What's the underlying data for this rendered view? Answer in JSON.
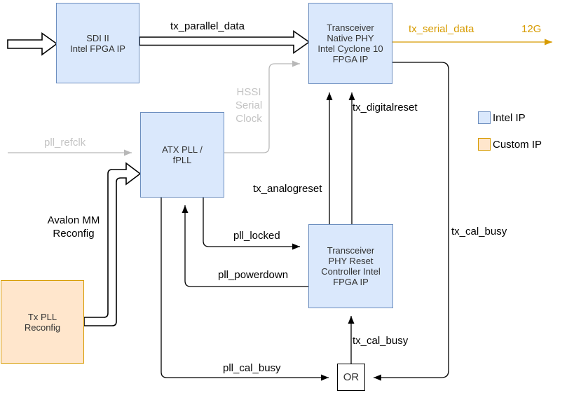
{
  "diagram": {
    "blocks": {
      "sdi": {
        "label": "SDI II\nIntel FPGA IP"
      },
      "phy": {
        "label": "Transceiver\nNative PHY\nIntel Cyclone 10\nFPGA IP"
      },
      "atx_pll": {
        "label": "ATX PLL /\nfPLL"
      },
      "reset_ctrl": {
        "label": "Transceiver\nPHY Reset\nController Intel\nFPGA IP"
      },
      "tx_pll_reconfig": {
        "label": "Tx PLL\nReconfig"
      },
      "or_gate": {
        "label": "OR"
      }
    },
    "signals": {
      "tx_parallel_data": "tx_parallel_data",
      "tx_serial_data": "tx_serial_data",
      "rate_12g": "12G",
      "hssi_serial_clock": "HSSI\nSerial\nClock",
      "pll_refclk": "pll_refclk",
      "avalon_mm_reconfig": "Avalon MM\nReconfig",
      "tx_digitalreset": "tx_digitalreset",
      "tx_analogreset": "tx_analogreset",
      "pll_locked": "pll_locked",
      "pll_powerdown": "pll_powerdown",
      "pll_cal_busy": "pll_cal_busy",
      "tx_cal_busy_center": "tx_cal_busy",
      "tx_cal_busy_right": "tx_cal_busy"
    },
    "legend": {
      "intel_ip": "Intel IP",
      "custom_ip": "Custom IP"
    },
    "colors": {
      "intel_fill": "#dae8fc",
      "intel_border": "#6c8ebf",
      "custom_fill": "#ffe6cc",
      "custom_border": "#d79b00",
      "serial_data_accent": "#d79b00",
      "clock_gray": "#c4c4c4",
      "line_black": "#000000"
    }
  }
}
